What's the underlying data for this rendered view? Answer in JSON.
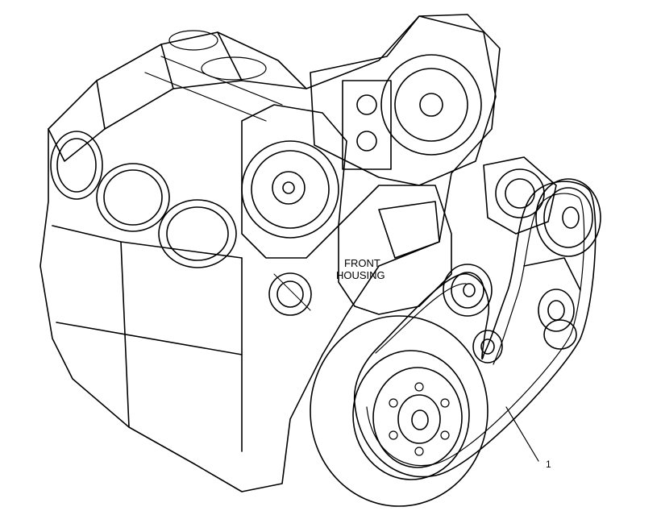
{
  "labels": {
    "housing_line1": "FRONT",
    "housing_line2": "HOUSING",
    "callout_1": "1"
  },
  "icons": [
    "engine-block-illustration",
    "crankshaft-pulley",
    "belt-tensioner",
    "alternator",
    "water-pump"
  ],
  "colors": {
    "ink": "#000000",
    "paper": "#ffffff"
  }
}
